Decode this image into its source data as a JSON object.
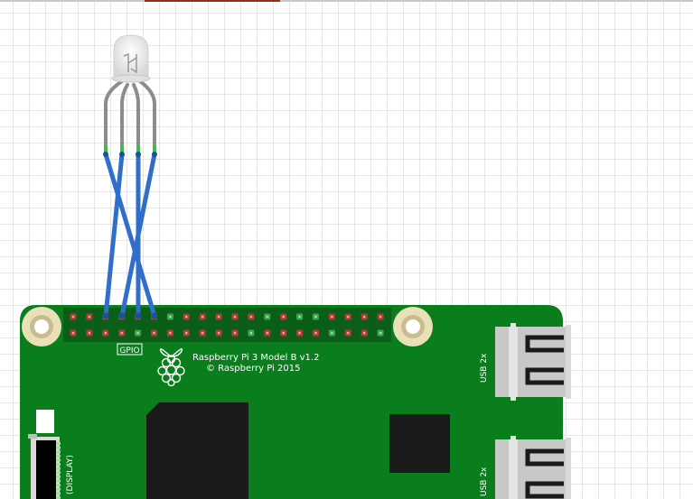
{
  "board": {
    "model_line": "Raspberry Pi 3 Model B v1.2",
    "copyright_line": "© Raspberry Pi 2015",
    "gpio_label": "GPIO",
    "usb_label_top": "USB 2x",
    "usb_label_bottom": "USB 2x",
    "display_label": "(DISPLAY)"
  },
  "colors": {
    "board_green": "#0a7d1c",
    "wire_blue": "#2f6fc9",
    "pin_red": "#b83a3a",
    "pin_green": "#3aa84a",
    "connector_green": "#29c451",
    "chip_black": "#1a1a1a"
  },
  "components": {
    "led": "rgb-led-4-pin",
    "wires": 4
  }
}
